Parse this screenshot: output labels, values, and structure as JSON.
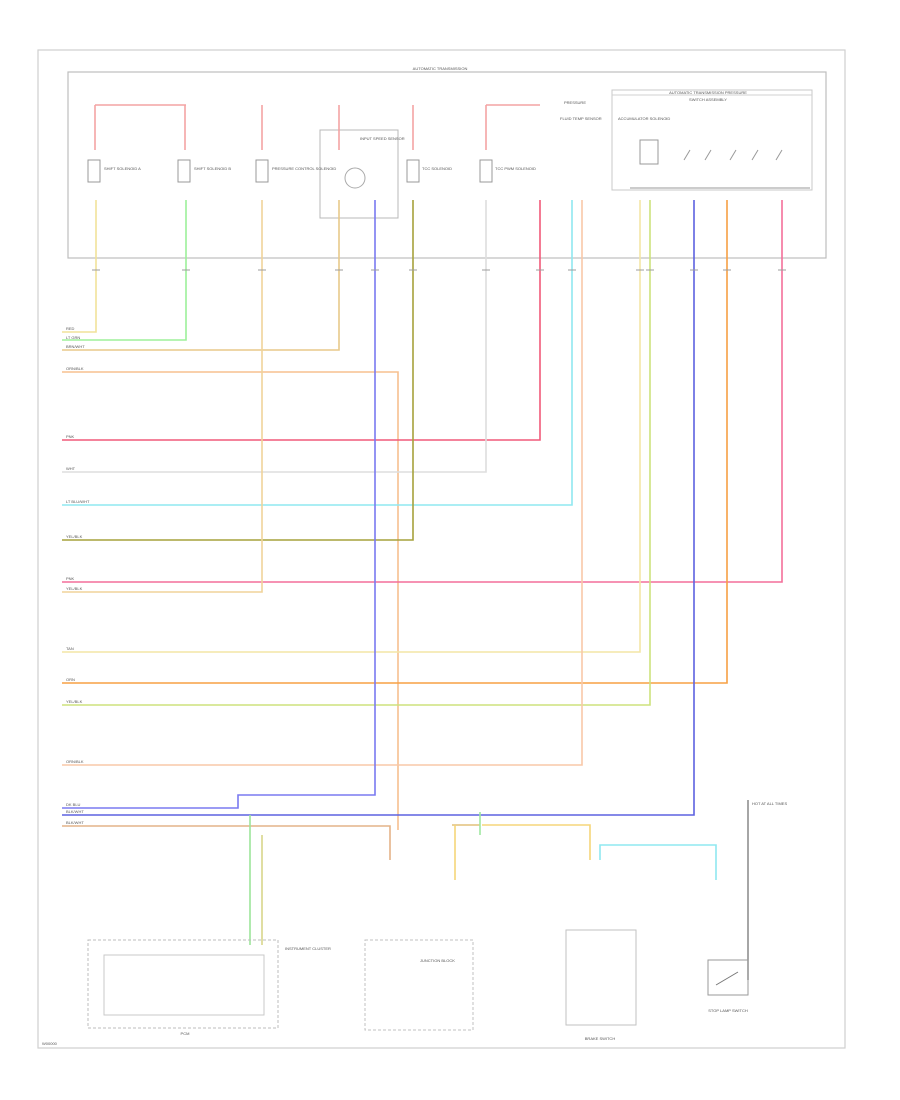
{
  "diagram": {
    "top_title": "AUTOMATIC TRANSMISSION",
    "range_switch_title": "AUTOMATIC TRANSMISSION PRESSURE",
    "range_switch_subtitle": "SWITCH ASSEMBLY",
    "pressure_label": "PRESSURE",
    "footer_code": "W00000",
    "components": [
      {
        "id": "shift-solenoid-a",
        "label": "SHIFT SOLENOID A"
      },
      {
        "id": "shift-solenoid-b",
        "label": "SHIFT SOLENOID B"
      },
      {
        "id": "pressure-control-solenoid",
        "label": "PRESSURE CONTROL SOLENOID"
      },
      {
        "id": "input-speed-sensor",
        "label": "INPUT SPEED SENSOR"
      },
      {
        "id": "tcc-solenoid",
        "label": "TCC SOLENOID"
      },
      {
        "id": "tcc-pwm-solenoid",
        "label": "TCC PWM SOLENOID"
      },
      {
        "id": "fluid-temp-sensor",
        "label": "FLUID TEMP SENSOR"
      },
      {
        "id": "accumulator-solenoid",
        "label": "ACCUMULATOR SOLENOID"
      }
    ],
    "wire_labels": [
      "RED",
      "LT GRN",
      "BRN/WHT",
      "ORN/BLK",
      "PNK",
      "WHT",
      "LT BLU/WHT",
      "YEL/BLK",
      "PNK",
      "YEL/BLK",
      "TAN",
      "ORN",
      "YEL/BLK",
      "ORN/BLK",
      "DK BLU",
      "BLK/WHT",
      "BLK/WHT"
    ],
    "bottom": {
      "pcm_label": "PCM",
      "instrument_cluster": "INSTRUMENT CLUSTER",
      "brake_switch": "BRAKE SWITCH",
      "stoplamp": "STOP LAMP SWITCH",
      "junction_block": "JUNCTION BLOCK",
      "hot_note": "HOT AT ALL TIMES"
    }
  }
}
